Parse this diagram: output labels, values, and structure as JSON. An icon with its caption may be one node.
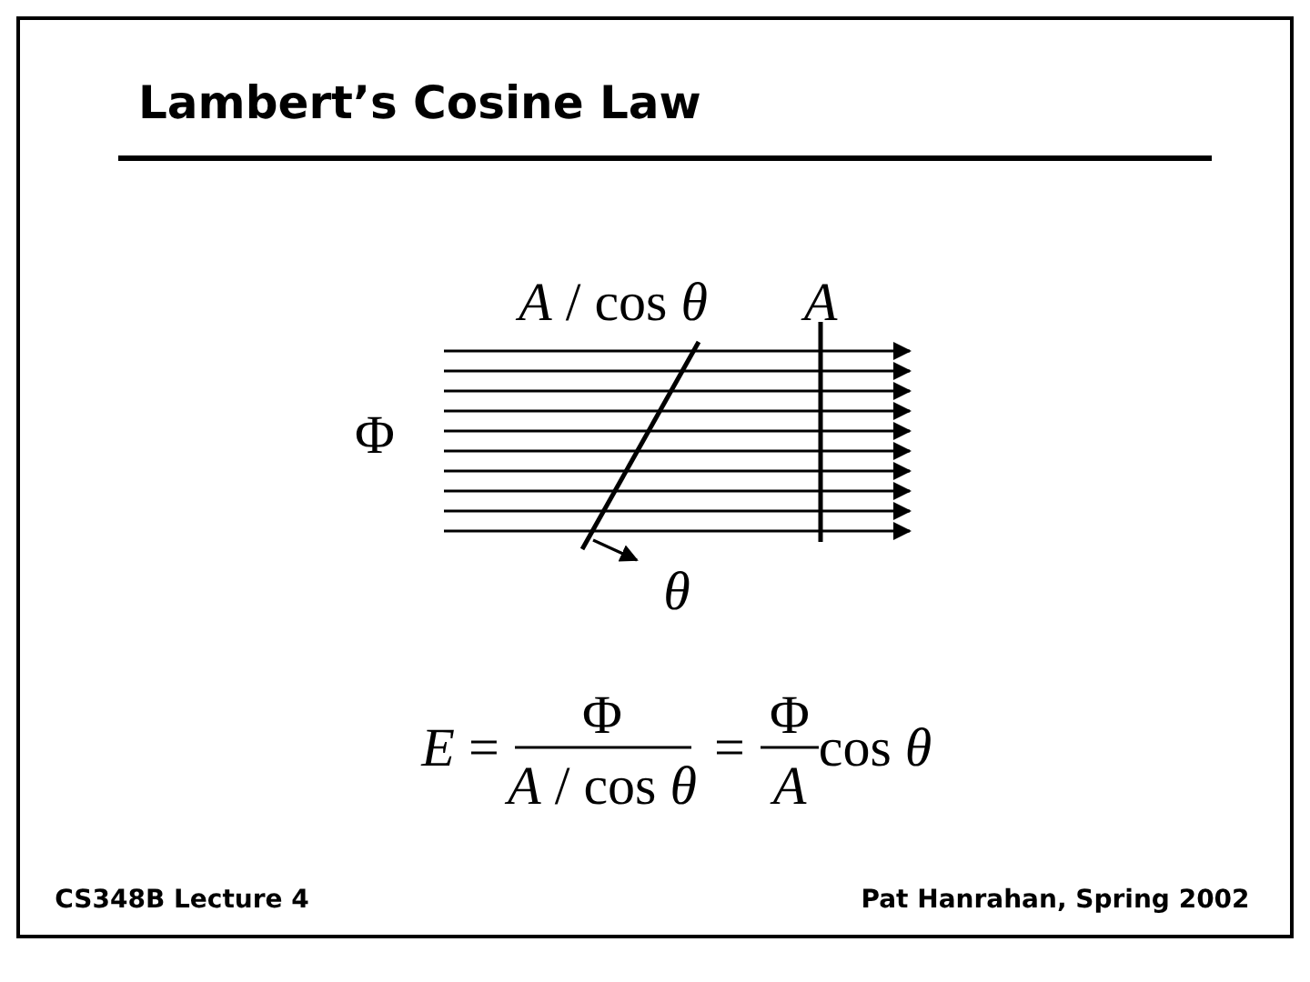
{
  "diagram": {
    "title": "Lambert’s Cosine Law",
    "labels": [
      "*A* / cos *θ*",
      "*A*",
      "Φ",
      "*θ*",
      "*E* =",
      "Φ",
      "*A* / cos *θ*",
      "=",
      "Φ",
      "*A*",
      "cos *θ*",
      "CS348B Lecture 4",
      "Pat Hanrahan, Spring 2002"
    ]
  }
}
